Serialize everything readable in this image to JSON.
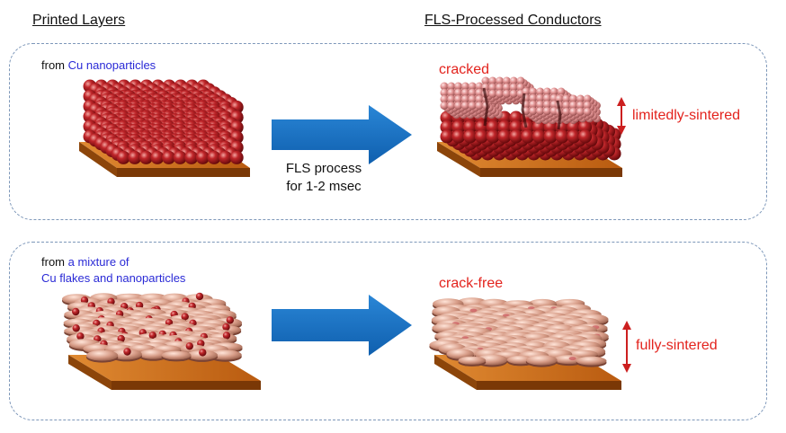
{
  "headers": {
    "left": "Printed Layers",
    "right": "FLS-Processed Conductors"
  },
  "row1": {
    "source_prefix": "from ",
    "source_highlight": "Cu nanoparticles",
    "result_label": "cracked",
    "thickness_label": "limitedly-sintered"
  },
  "process": {
    "line1": "FLS process",
    "line2": "for 1-2 msec"
  },
  "row2": {
    "source_prefix": "from ",
    "source_highlight_line1": "a mixture of",
    "source_highlight_line2": "Cu flakes and nanoparticles",
    "result_label": "crack-free",
    "thickness_label": "fully-sintered"
  },
  "colors": {
    "arrow": "#1470c4",
    "label_red": "#e3231d",
    "highlight_blue": "#2a2ad6",
    "substrate": "#c26618",
    "nanoparticle": "#a4171b",
    "sintered": "#e19393",
    "flake": "#d99a86",
    "panel_border": "#7d97b9"
  }
}
